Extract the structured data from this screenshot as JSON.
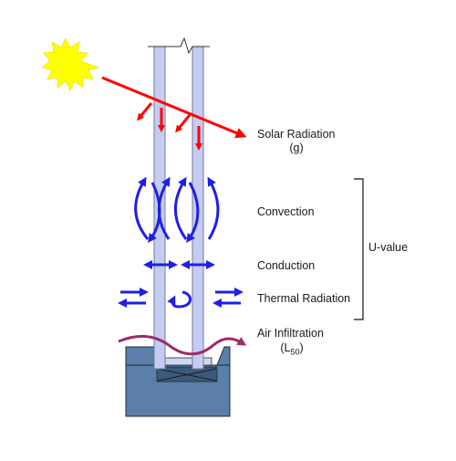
{
  "labels": {
    "solar_radiation": "Solar Radiation",
    "solar_symbol": "(g)",
    "convection": "Convection",
    "conduction": "Conduction",
    "thermal_radiation": "Thermal Radiation",
    "u_value": "U-value",
    "air_infiltration": "Air Infiltration",
    "air_symbol_open": "(L",
    "air_symbol_sub": "50",
    "air_symbol_close": ")"
  },
  "colors": {
    "sun": "#ffff00",
    "solar_arrow": "#ff0000",
    "heat_arrow": "#1f1fe8",
    "air_arrow": "#9c2b66",
    "glass": "#c4ccf2",
    "glass_outline": "#7a7a9a",
    "frame": "#5b7fa8",
    "frame_outline": "#1e2a3a"
  },
  "icons": [
    "sun-icon",
    "glazing-panes",
    "window-frame"
  ]
}
